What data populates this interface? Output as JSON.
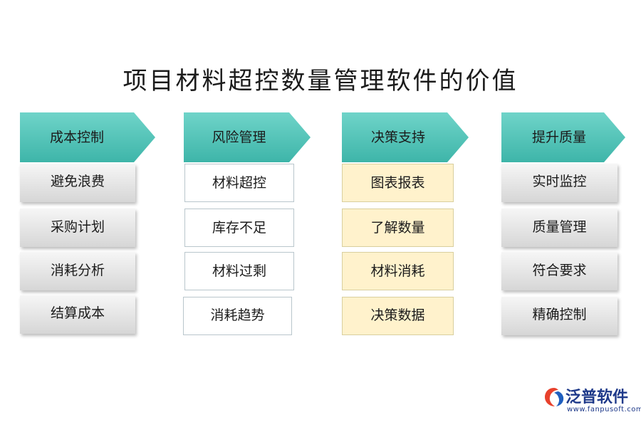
{
  "title": "项目材料超控数量管理软件的价值",
  "header_color": "#4dc4b8",
  "columns": [
    {
      "header": "成本控制",
      "style": "gray",
      "items": [
        "避免浪费",
        "采购计划",
        "消耗分析",
        "结算成本"
      ]
    },
    {
      "header": "风险管理",
      "style": "white",
      "items": [
        "材料超控",
        "库存不足",
        "材料过剩",
        "消耗趋势"
      ]
    },
    {
      "header": "决策支持",
      "style": "yellow",
      "items": [
        "图表报表",
        "了解数量",
        "材料消耗",
        "决策数据"
      ]
    },
    {
      "header": "提升质量",
      "style": "gray",
      "items": [
        "实时监控",
        "质量管理",
        "符合要求",
        "精确控制"
      ]
    }
  ],
  "logo": {
    "brand": "泛普软件",
    "url": "www.fanpusoft.com",
    "icon": "fanpu-logo-icon"
  }
}
